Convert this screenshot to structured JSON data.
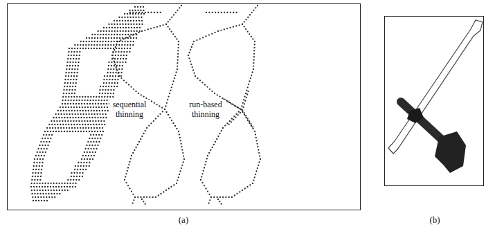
{
  "diagram": {
    "labels": [
      "sequential thinning",
      "run-based thinning",
      "(a)",
      "(b)"
    ]
  }
}
